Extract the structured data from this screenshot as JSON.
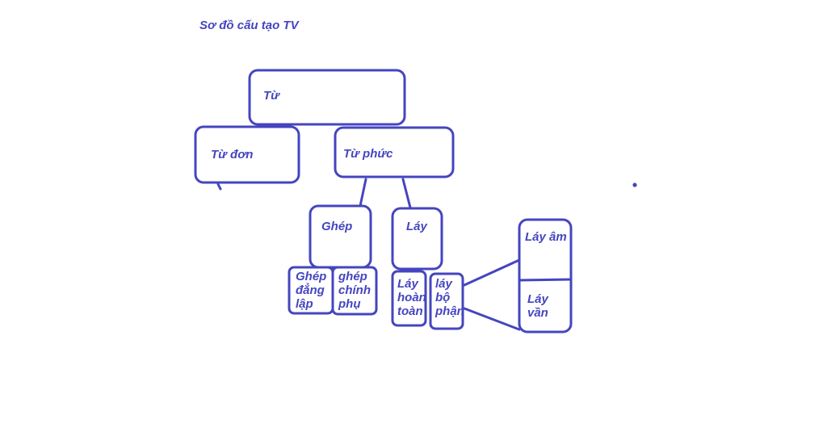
{
  "title": "Sơ đồ cấu tạo TV",
  "nodes": {
    "tu": "Từ",
    "tu_don": "Từ đơn",
    "tu_phuc": "Từ phức",
    "ghep": "Ghép",
    "lay": "Láy",
    "ghep_dang_lap": "Ghép\nđẳng\nlập",
    "ghep_chinh_phu": "ghép\nchính\n   phụ",
    "lay_hoan_toan": "Láy\nhoàn\ntoàn",
    "lay_bo_phan": "láy\nbộ\nphận",
    "lay_am": "Láy âm",
    "lay_van": "Láy\nvần"
  },
  "colors": {
    "ink": "#4545c0",
    "background": "#ffffff"
  }
}
